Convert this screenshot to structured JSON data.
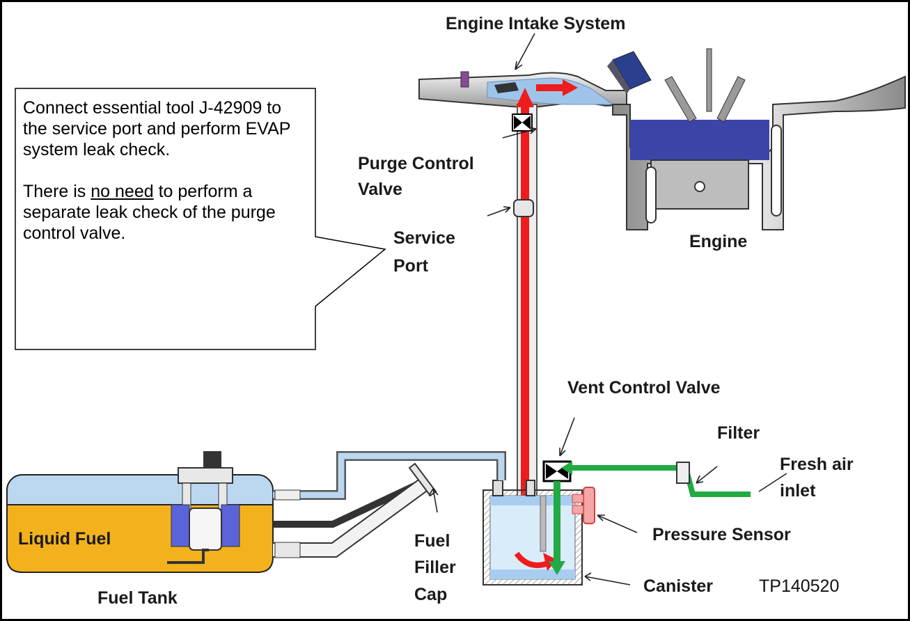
{
  "labels": {
    "engine_intake": "Engine Intake System",
    "purge_line1": "Purge Control",
    "purge_line2": "Valve",
    "service_line1": "Service",
    "service_line2": "Port",
    "engine": "Engine",
    "vent_control": "Vent Control Valve",
    "filter": "Filter",
    "fresh_line1": "Fresh air",
    "fresh_line2": "inlet",
    "pressure_sensor": "Pressure Sensor",
    "canister": "Canister",
    "liquid_fuel": "Liquid Fuel",
    "fuel_tank": "Fuel Tank",
    "cap_line1": "Fuel",
    "cap_line2": "Filler",
    "cap_line3": "Cap",
    "figure_id": "TP140520"
  },
  "callout": {
    "p1": "Connect essential tool J-42909 to the service port and perform EVAP system leak check.",
    "p2_pre": "There is ",
    "p2_underlined": "no need",
    "p2_post": " to perform a separate leak check of the purge control valve."
  },
  "colors": {
    "purge_flow": "#ee1c1c",
    "fresh_air_flow": "#22aa44",
    "fuel": "#f3b21d",
    "vapor": "#bcd8f0",
    "engine_block": "#c8c8c8",
    "combustion": "#3b45a8"
  },
  "icons": [
    "purge-flow-arrow",
    "fresh-air-flow-arrow",
    "valve-icon",
    "fuel-pump-icon"
  ]
}
